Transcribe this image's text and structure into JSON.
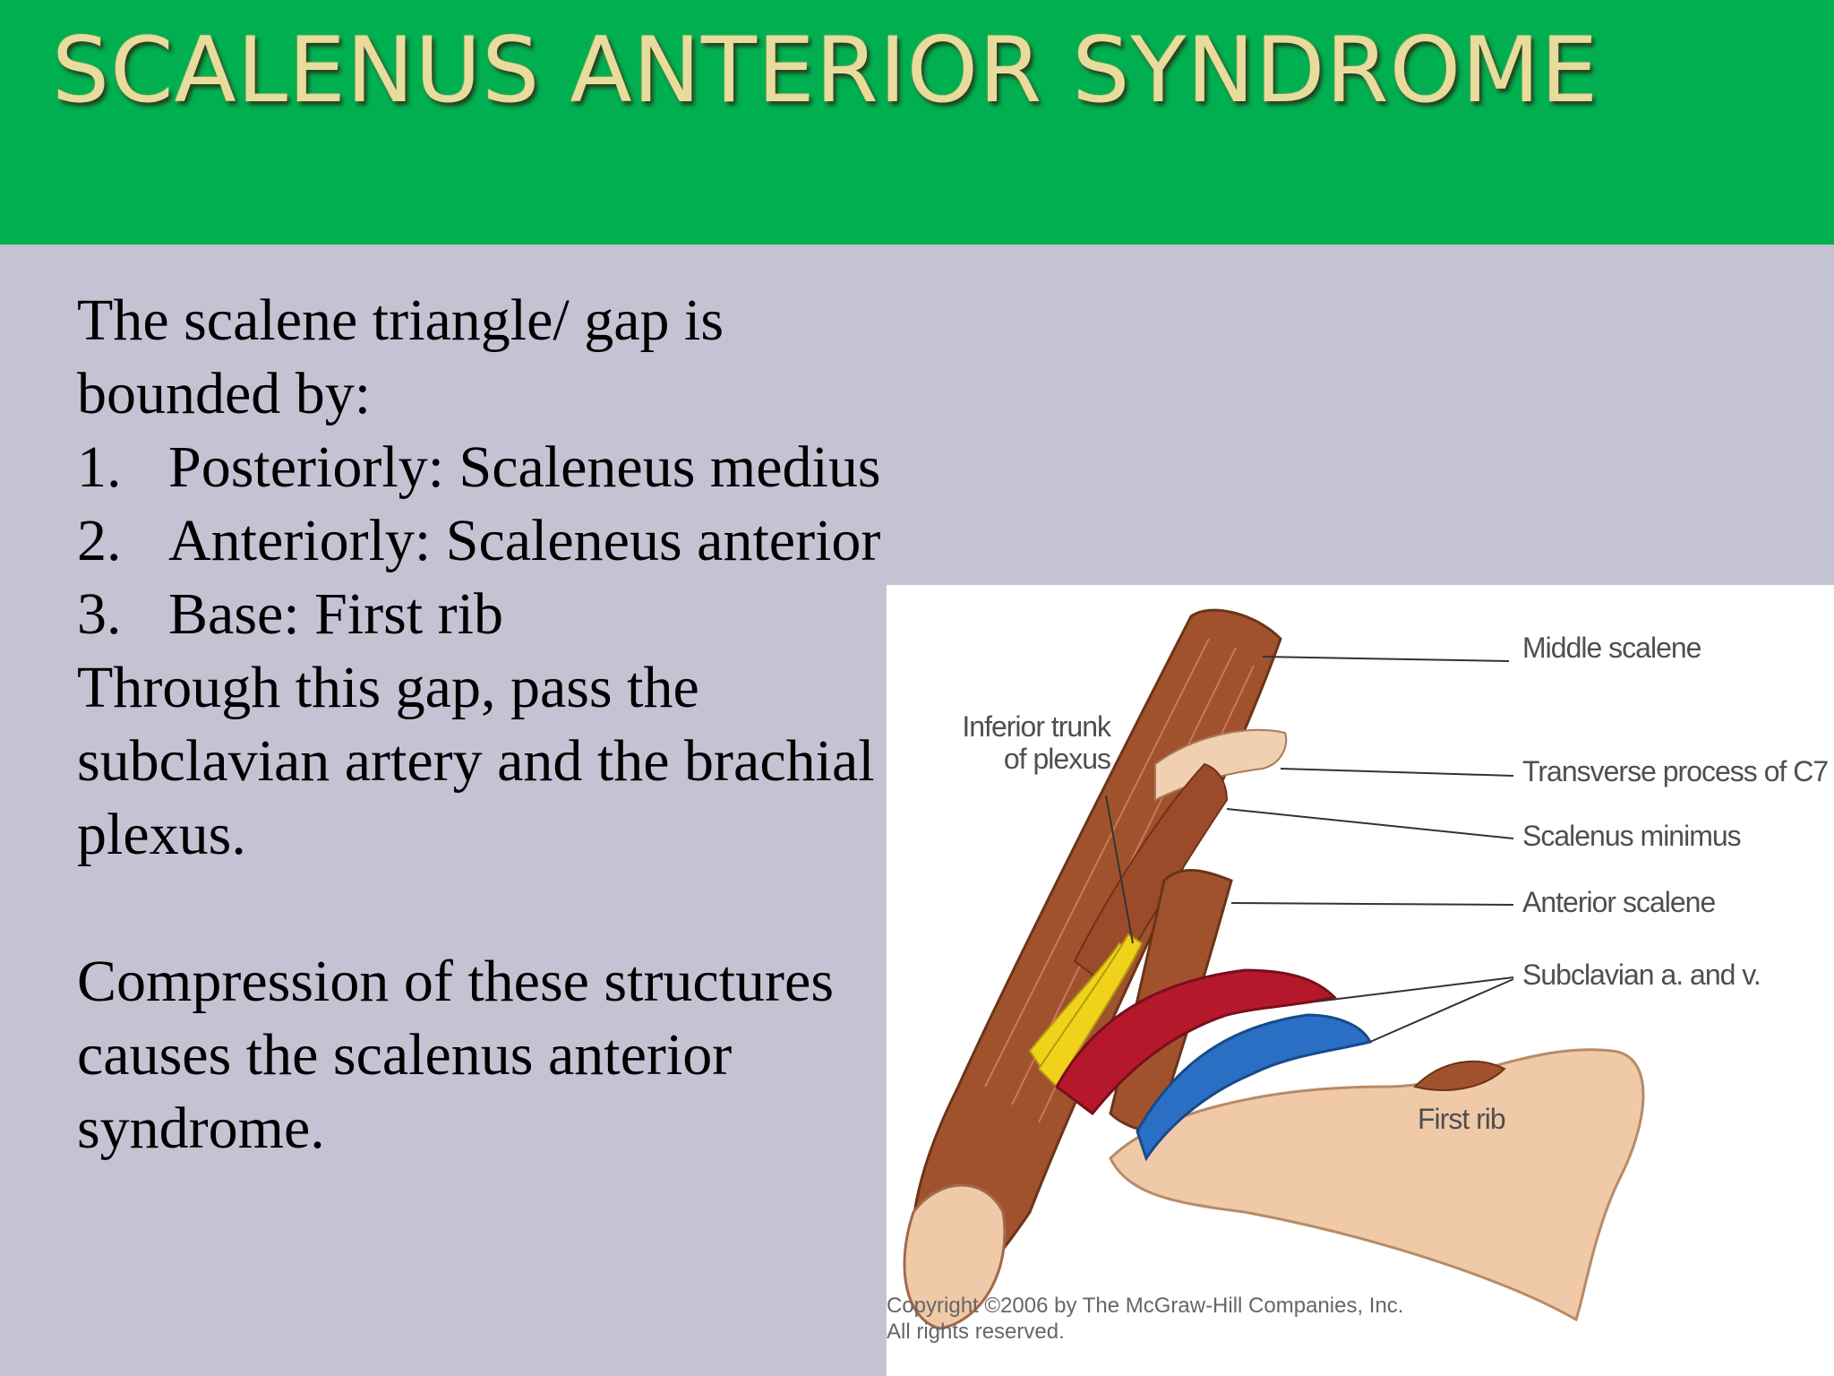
{
  "header": {
    "title": "SCALENUS ANTERIOR SYNDROME",
    "background_color": "#00b050",
    "title_color": "#e8dc9c"
  },
  "content": {
    "intro": "The scalene triangle/ gap is bounded by:",
    "list": [
      {
        "num": "1.",
        "text": "Posteriorly: Scaleneus medius"
      },
      {
        "num": "2.",
        "text": "Anteriorly: Scaleneus anterior"
      },
      {
        "num": "3.",
        "text": "Base: First rib"
      }
    ],
    "passage": "Through this gap, pass the subclavian artery and the brachial plexus.",
    "conclusion": "Compression of these structures causes the scalenus anterior syndrome."
  },
  "figure": {
    "labels": {
      "middle_scalene": "Middle scalene",
      "inferior_trunk_line1": "Inferior trunk",
      "inferior_trunk_line2": "of plexus",
      "transverse_process": "Transverse process of C7",
      "scalenus_minimus": "Scalenus minimus",
      "anterior_scalene": "Anterior scalene",
      "subclavian": "Subclavian a. and v.",
      "first_rib": "First rib"
    },
    "copyright_line1": "Copyright ©2006 by The McGraw-Hill Companies, Inc.",
    "copyright_line2": "All rights reserved.",
    "colors": {
      "muscle": "#a0522d",
      "nerve": "#f1d21b",
      "artery": "#b5182b",
      "vein": "#2a6fc4",
      "bone": "#f0c9a8"
    }
  }
}
